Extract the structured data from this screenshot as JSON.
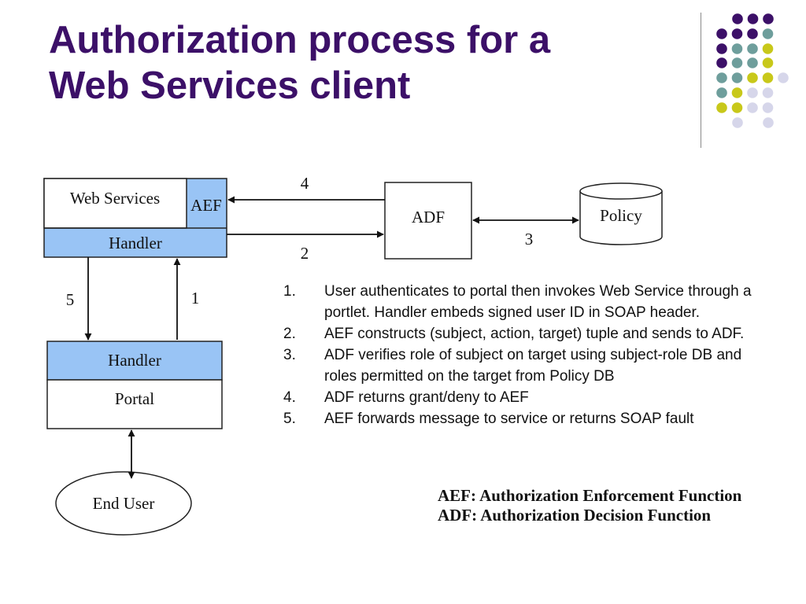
{
  "slide": {
    "title_line1": "Authorization process for a",
    "title_line2": "Web Services client"
  },
  "theme": {
    "title_color": "#3c1068",
    "accent_purple": "#3c1068",
    "accent_teal": "#6e9e9c",
    "accent_yellow": "#c8c81a",
    "accent_lavender": "#d6d6ea",
    "handler_fill": "#99c4f5"
  },
  "diagram": {
    "web_services_label": "Web Services",
    "aef_label": "AEF",
    "top_handler_label": "Handler",
    "adf_label": "ADF",
    "policy_label": "Policy",
    "bottom_handler_label": "Handler",
    "portal_label": "Portal",
    "end_user_label": "End User",
    "arrow_labels": {
      "one": "1",
      "two": "2",
      "three": "3",
      "four": "4",
      "five": "5"
    }
  },
  "steps": [
    {
      "num": "1.",
      "text": "User authenticates to portal then invokes Web Service through a portlet. Handler embeds signed user ID in SOAP header."
    },
    {
      "num": "2.",
      "text": "AEF constructs (subject, action, target) tuple and sends to ADF."
    },
    {
      "num": "3.",
      "text": "ADF verifies role of subject on target using subject-role DB and roles permitted on the target from Policy DB"
    },
    {
      "num": "4.",
      "text": "ADF returns grant/deny to AEF"
    },
    {
      "num": "5.",
      "text": "AEF forwards message to service or returns SOAP fault"
    }
  ],
  "legend": {
    "aef_line": "AEF: Authorization Enforcement Function",
    "adf_line": "ADF: Authorization Decision Function"
  }
}
